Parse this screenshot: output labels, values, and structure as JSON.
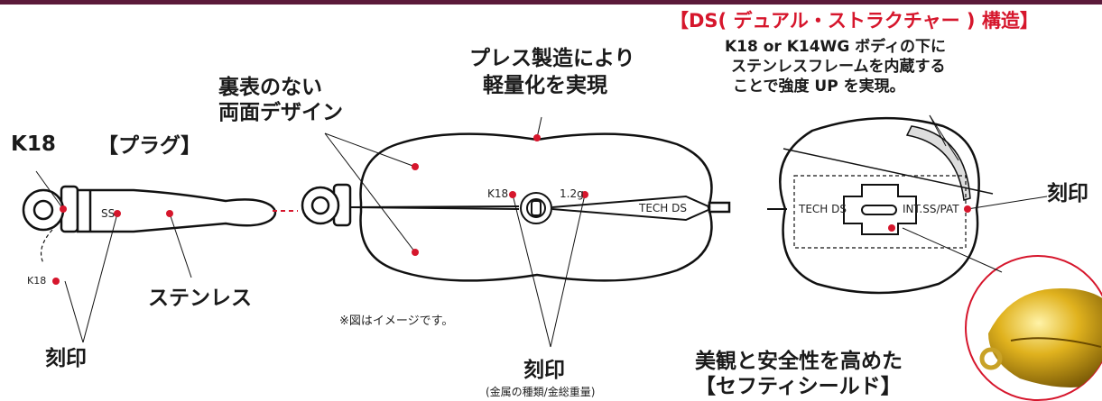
{
  "title": "【DS( デュアル・ストラクチャー ) 構造】",
  "ds_desc": [
    "K18 or K14WG ボディの下に",
    "ステンレスフレームを内蔵する",
    "ことで強度 UP を実現。"
  ],
  "press": [
    "プレス製造により",
    "軽量化を実現"
  ],
  "two_sided": [
    "裏表のない",
    "両面デザイン"
  ],
  "k18_label": "K18",
  "plug_label": "【プラグ】",
  "stainless": "ステンレス",
  "engraving": "刻印",
  "engraving_note": "(金属の種類/金総重量)",
  "note": "※図はイメージです。",
  "safety": [
    "美観と安全性を高めた",
    "【セフティシールド】"
  ],
  "marks": {
    "ss": "SS",
    "k18_small": "K18",
    "body_k18": "K18",
    "weight": "1.2g",
    "tech_ds": "TECH DS",
    "int_pat": "INT.SS/PAT"
  },
  "colors": {
    "accent": "#d6162c",
    "bar": "#5b1a3a",
    "gold": "#c9a227"
  }
}
